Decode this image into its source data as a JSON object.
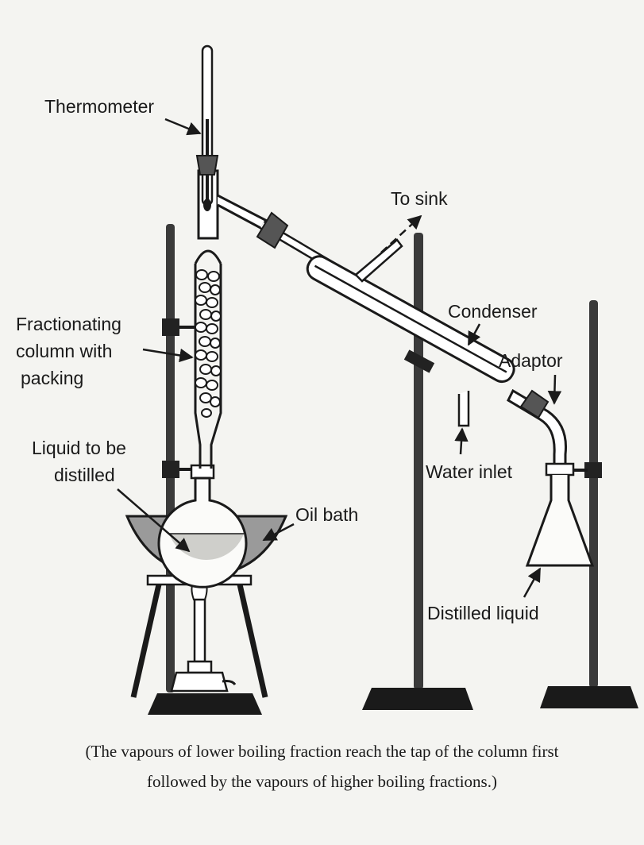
{
  "labels": {
    "thermometer": "Thermometer",
    "to_sink": "To sink",
    "condenser": "Condenser",
    "adaptor": "Adaptor",
    "fractionating_1": "Fractionating",
    "fractionating_2": "column with",
    "fractionating_3": "packing",
    "liquid_1": "Liquid to be",
    "liquid_2": "distilled",
    "oil_bath": "Oil bath",
    "water_inlet": "Water inlet",
    "distilled_liquid": "Distilled liquid"
  },
  "caption": {
    "line1": "(The vapours of lower boiling fraction reach the tap of the column first",
    "line2": "followed by the vapours of higher boiling fractions.)"
  },
  "colors": {
    "ink": "#1a1a1a",
    "background": "#f4f4f1",
    "stopper": "#555555",
    "bath": "#9a9a9a"
  }
}
